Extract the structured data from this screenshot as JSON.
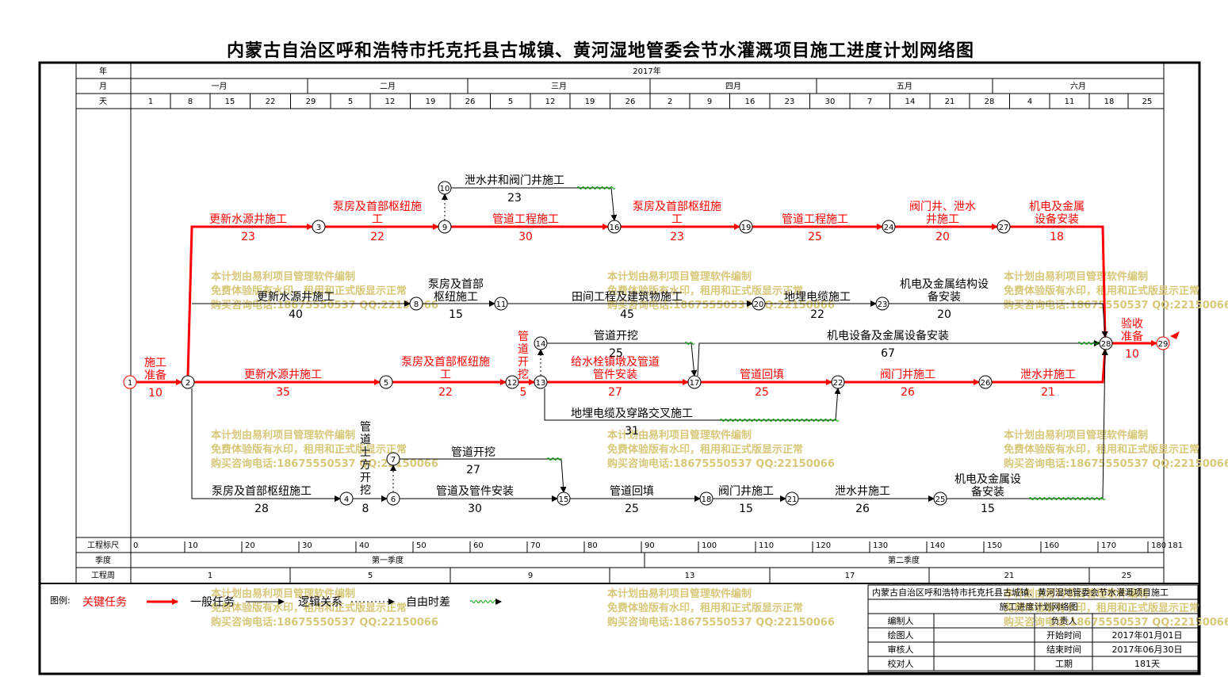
{
  "title": "内蒙古自治区呼和浩特市托克托县古城镇、黄河湿地管委会节水灌溉项目施工进度计划网络图",
  "header": {
    "row_year_label": "年",
    "row_month_label": "月",
    "row_day_label": "天",
    "year": "2017年",
    "months": [
      "一月",
      "二月",
      "三月",
      "四月",
      "五月",
      "六月"
    ],
    "days": [
      "1",
      "8",
      "15",
      "22",
      "29",
      "5",
      "12",
      "19",
      "26",
      "5",
      "12",
      "19",
      "26",
      "2",
      "9",
      "16",
      "23",
      "30",
      "7",
      "14",
      "21",
      "28",
      "4",
      "11",
      "18",
      "25"
    ]
  },
  "footer": {
    "ruler_label": "工程标尺",
    "ruler_ticks": [
      "0",
      "10",
      "20",
      "30",
      "40",
      "50",
      "60",
      "70",
      "80",
      "90",
      "100",
      "110",
      "120",
      "130",
      "140",
      "150",
      "160",
      "170",
      "180",
      "181"
    ],
    "season_label": "季度",
    "seasons": [
      "第一季度",
      "第二季度"
    ],
    "week_label": "工程周",
    "weeks": [
      "1",
      "5",
      "9",
      "13",
      "17",
      "21",
      "25"
    ]
  },
  "legend": {
    "label": "图例:",
    "critical": "关键任务",
    "normal": "一般任务",
    "logic": "逻辑关系",
    "float": "自由时差"
  },
  "info": {
    "project": "内蒙古自治区呼和浩特市托克托县古城镇、黄河湿地管委会节水灌溉项目施工",
    "doc": "施工进度计划网络图",
    "rows": [
      {
        "k1": "编制人",
        "v1": "",
        "k2": "负责人",
        "v2": ""
      },
      {
        "k1": "绘图人",
        "v1": "",
        "k2": "开始时间",
        "v2": "2017年01月01日"
      },
      {
        "k1": "审核人",
        "v1": "",
        "k2": "结束时间",
        "v2": "2017年06月30日"
      },
      {
        "k1": "校对人",
        "v1": "",
        "k2": "工期",
        "v2": "181天"
      }
    ]
  },
  "watermark": {
    "line1": "本计划由易利项目管理软件编制",
    "line2": "免费体验版有水印，租用和正式版显示正常",
    "line3": "购买咨询电话:18675550537 QQ:22150066"
  },
  "nodes": [
    "1",
    "2",
    "3",
    "4",
    "5",
    "6",
    "7",
    "8",
    "9",
    "10",
    "11",
    "12",
    "13",
    "14",
    "15",
    "16",
    "17",
    "18",
    "19",
    "20",
    "21",
    "22",
    "23",
    "24",
    "25",
    "26",
    "27",
    "28",
    "29"
  ],
  "tasks": {
    "t1": {
      "name": "施工准备",
      "days": "10"
    },
    "t2": {
      "name": "更新水源井施工",
      "days": "23"
    },
    "t3": {
      "name": "泵房及首部枢纽施工",
      "days": "22"
    },
    "t4": {
      "name": "管道工程施工",
      "days": "30"
    },
    "t5": {
      "name": "泵房及首部枢纽施工",
      "days": "23"
    },
    "t6": {
      "name": "管道工程施工",
      "days": "25"
    },
    "t7": {
      "name": "阀门井、泄水井施工",
      "days": "20"
    },
    "t8": {
      "name": "机电及金属设备安装",
      "days": "18"
    },
    "t9": {
      "name": "泄水井和阀门井施工",
      "days": "23"
    },
    "t10": {
      "name": "更新水源井施工",
      "days": "40"
    },
    "t11": {
      "name": "泵房及首部枢纽施工",
      "days": "15"
    },
    "t12": {
      "name": "田间工程及建筑物施工",
      "days": "45"
    },
    "t13": {
      "name": "地埋电缆施工",
      "days": "22"
    },
    "t14": {
      "name": "机电及金属结构设备安装",
      "days": "20"
    },
    "t15": {
      "name": "更新水源井施工",
      "days": "35"
    },
    "t16": {
      "name": "泵房及首部枢纽施工",
      "days": "22"
    },
    "t17": {
      "name": "管道开挖",
      "days": "5"
    },
    "t18": {
      "name": "给水栓镇墩及管道管件安装",
      "days": "27"
    },
    "t19": {
      "name": "管道回填",
      "days": "25"
    },
    "t20": {
      "name": "阀门井施工",
      "days": "26"
    },
    "t21": {
      "name": "泄水井施工",
      "days": "21"
    },
    "t22": {
      "name": "验收准备",
      "days": "10"
    },
    "t23": {
      "name": "管道开挖",
      "days": "25"
    },
    "t24": {
      "name": "机电设备及金属设备安装",
      "days": "67"
    },
    "t25": {
      "name": "地埋电缆及穿路交叉施工",
      "days": "31"
    },
    "t26": {
      "name": "泵房及首部枢纽施工",
      "days": "28"
    },
    "t27": {
      "name": "管道土方开挖",
      "days": "8"
    },
    "t28": {
      "name": "管道开挖",
      "days": "27"
    },
    "t29": {
      "name": "管道及管件安装",
      "days": "30"
    },
    "t30": {
      "name": "管道回填",
      "days": "25"
    },
    "t31": {
      "name": "阀门井施工",
      "days": "15"
    },
    "t32": {
      "name": "泄水井施工",
      "days": "26"
    },
    "t33": {
      "name": "机电及金属设备安装",
      "days": "15"
    }
  },
  "colors": {
    "critical": "#ff0000",
    "normal": "#000000",
    "float": "#00aa00",
    "watermark": "#d8c87a",
    "grid": "#000000"
  }
}
